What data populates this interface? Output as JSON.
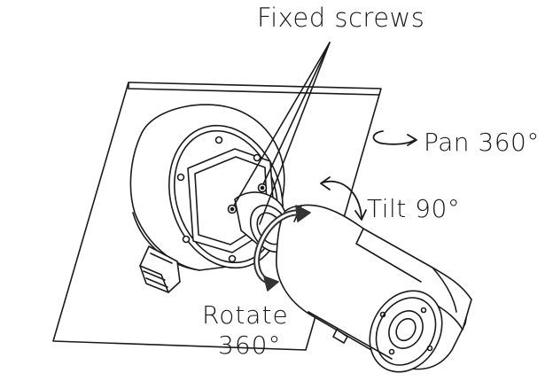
{
  "labels": {
    "fixed_screws": "Fixed screws",
    "pan": "Pan 360°",
    "tilt": "Tilt 90°",
    "rotate_line1": "Rotate",
    "rotate_line2": "360°"
  },
  "colors": {
    "line": "#1a1a1a",
    "arrow_fill": "#333333",
    "background": "#ffffff"
  }
}
